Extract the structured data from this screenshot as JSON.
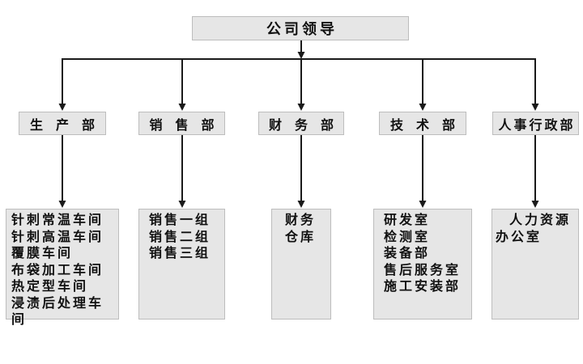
{
  "chart": {
    "type": "org-chart",
    "root": {
      "name": "公司领导"
    },
    "departments": [
      {
        "name": "生产部",
        "units": [
          "针刺常温车间",
          "针刺高温车间",
          "覆膜车间",
          "布袋加工车间",
          "热定型车间",
          "浸渍后处理车间"
        ]
      },
      {
        "name": "销售部",
        "units": [
          "销售一组",
          "销售二组",
          "销售三组"
        ]
      },
      {
        "name": "财务部",
        "units": [
          "财务",
          "仓库"
        ]
      },
      {
        "name": "技术部",
        "units": [
          "研发室",
          "检测室",
          "装备部",
          "售后服务室",
          "施工安装部"
        ]
      },
      {
        "name": "人事行政部",
        "units": [
          "人力资源",
          "办公室"
        ]
      }
    ],
    "colors": {
      "background": "#ffffff",
      "box_fill": "#e6e6e6",
      "box_border": "#bdbdbd",
      "line": "#1a1a1a",
      "text": "#111111"
    }
  }
}
